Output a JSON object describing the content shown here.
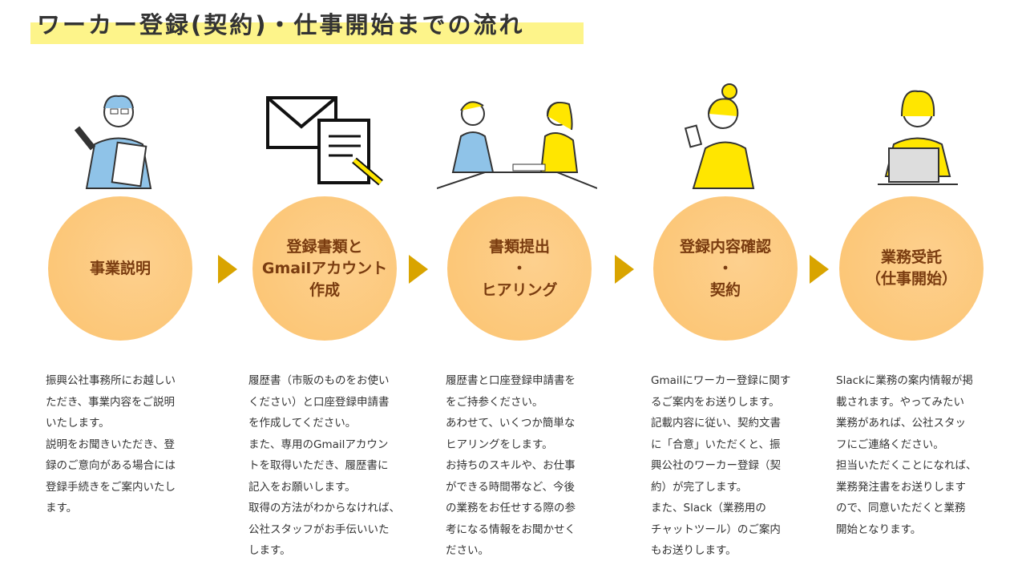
{
  "title": "ワーカー登録(契約)・仕事開始までの流れ",
  "steps": [
    {
      "label": [
        "事業説明"
      ],
      "icon": "presenter-illustration",
      "desc": [
        "振興公社事務所にお越しい",
        "ただき、事業内容をご説明",
        "いたします。",
        "説明をお聞きいただき、登",
        "録のご意向がある場合には",
        "登録手続きをご案内いたし",
        "ます。"
      ]
    },
    {
      "label": [
        "登録書類と",
        "Gmailアカウント",
        "作成"
      ],
      "icon": "mail-document-illustration",
      "desc": [
        "履歴書（市販のものをお使い",
        "ください）と口座登録申請書",
        "を作成してください。",
        "また、専用のGmailアカウン",
        "トを取得いただき、履歴書に",
        "記入をお願いします。",
        "取得の方法がわからなければ、",
        "公社スタッフがお手伝いいた",
        "します。"
      ]
    },
    {
      "label": [
        "書類提出",
        "・",
        "ヒアリング"
      ],
      "icon": "interview-illustration",
      "desc": [
        "履歴書と口座登録申請書を",
        "をご持参ください。",
        "あわせて、いくつか簡単な",
        "ヒアリングをします。",
        "お持ちのスキルや、お仕事",
        "ができる時間帯など、今後",
        "の業務をお任せする際の参",
        "考になる情報をお聞かせく",
        "ださい。"
      ]
    },
    {
      "label": [
        "登録内容確認",
        "・",
        "契約"
      ],
      "icon": "smartphone-user-illustration",
      "desc": [
        "Gmailにワーカー登録に関す",
        "るご案内をお送りします。",
        "記載内容に従い、契約文書",
        "に「合意」いただくと、振",
        "興公社のワーカー登録（契",
        "約）が完了します。",
        "また、Slack（業務用の",
        "チャットツール）のご案内",
        "もお送りします。"
      ]
    },
    {
      "label": [
        "業務受託",
        "（仕事開始）"
      ],
      "icon": "laptop-user-illustration",
      "desc": [
        "Slackに業務の案内情報が掲",
        "載されます。やってみたい",
        "業務があれば、公社スタッ",
        "フにご連絡ください。",
        "担当いただくことになれば、",
        "業務発注書をお送りします",
        "ので、同意いただくと業務",
        "開始となります。"
      ]
    }
  ],
  "colors": {
    "circle": "#fcc878",
    "circle_text": "#7a3c10",
    "arrow": "#d9a400",
    "highlight": "#fdf48a",
    "figure_blue": "#8fc3e8",
    "figure_yellow": "#ffe600"
  }
}
